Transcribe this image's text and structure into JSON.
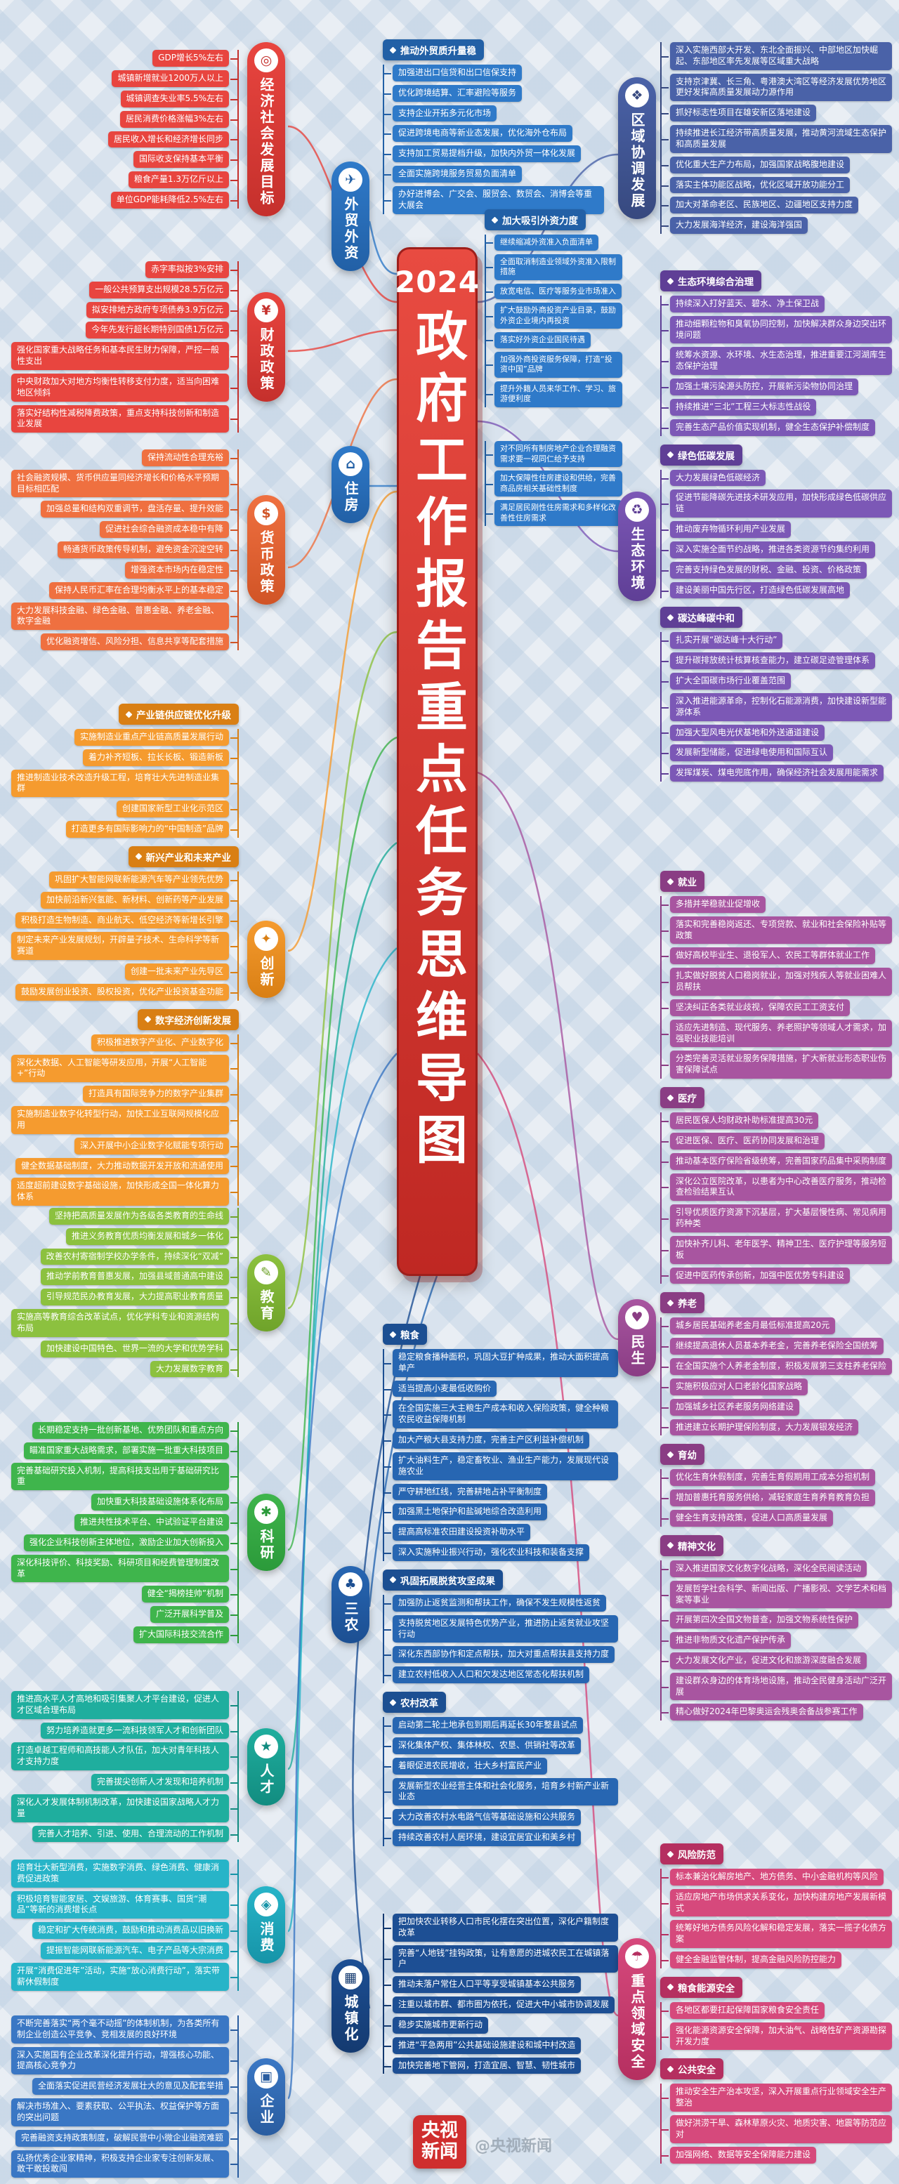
{
  "page": {
    "title_year": "2024",
    "title_main": "政府工作报告重点任务思维导图",
    "logo_line1": "央视",
    "logo_line2": "新闻",
    "watermark_handle": "@央视新闻"
  },
  "colors": {
    "background": "#e9eef4",
    "title_red": "#d93a30",
    "logo_red": "#cf2e2e"
  },
  "sections": {
    "left": [
      {
        "label": "经济社会发展目标",
        "icon": "target-icon",
        "glyph": "◎",
        "color": "#e8453f",
        "dark": "#c5302c",
        "items": [
          "GDP增长5%左右",
          "城镇新增就业1200万人以上",
          "城镇调查失业率5.5%左右",
          "居民消费价格涨幅3%左右",
          "居民收入增长和经济增长同步",
          "国际收支保持基本平衡",
          "粮食产量1.3万亿斤以上",
          "单位GDP能耗降低2.5%左右"
        ]
      },
      {
        "label": "财政政策",
        "icon": "yuan-icon",
        "glyph": "¥",
        "color": "#e8453f",
        "dark": "#c5302c",
        "items": [
          "赤字率拟按3%安排",
          "一般公共预算支出规模28.5万亿元",
          "拟安排地方政府专项债券3.9万亿元",
          "今年先发行超长期特别国债1万亿元",
          "强化国家重大战略任务和基本民生财力保障，严控一般性支出",
          "中央财政加大对地方均衡性转移支付力度，适当向困难地区倾斜",
          "落实好结构性减税降费政策，重点支持科技创新和制造业发展"
        ]
      },
      {
        "label": "货币政策",
        "icon": "coin-icon",
        "glyph": "$",
        "color": "#ef7040",
        "dark": "#d15426",
        "items": [
          "保持流动性合理充裕",
          "社会融资规模、货币供应量同经济增长和价格水平预期目标相匹配",
          "加强总量和结构双重调节，盘活存量、提升效能",
          "促进社会综合融资成本稳中有降",
          "畅通货币政策传导机制，避免资金沉淀空转",
          "增强资本市场内在稳定性",
          "保持人民币汇率在合理均衡水平上的基本稳定",
          "大力发展科技金融、绿色金融、普惠金融、养老金融、数字金融",
          "优化融资增信、风险分担、信息共享等配套措施"
        ]
      },
      {
        "label": "创新",
        "icon": "spark-icon",
        "glyph": "✦",
        "color": "#f59b2f",
        "dark": "#d97f14",
        "subs": [
          {
            "header": "产业链供应链优化升级",
            "items": [
              "实施制造业重点产业链高质量发展行动",
              "着力补齐短板、拉长长板、锻造新板",
              "推进制造业技术改造升级工程，培育壮大先进制造业集群",
              "创建国家新型工业化示范区",
              "打造更多有国际影响力的“中国制造”品牌"
            ]
          },
          {
            "header": "新兴产业和未来产业",
            "items": [
              "巩固扩大智能网联新能源汽车等产业领先优势",
              "加快前沿新兴氢能、新材料、创新药等产业发展",
              "积极打造生物制造、商业航天、低空经济等新增长引擎",
              "制定未来产业发展规划，开辟量子技术、生命科学等新赛道",
              "创建一批未来产业先导区",
              "鼓励发展创业投资、股权投资，优化产业投资基金功能"
            ]
          },
          {
            "header": "数字经济创新发展",
            "items": [
              "积极推进数字产业化、产业数字化",
              "深化大数据、人工智能等研发应用，开展“人工智能+”行动",
              "打造具有国际竞争力的数字产业集群",
              "实施制造业数字化转型行动，加快工业互联网规模化应用",
              "深入开展中小企业数字化赋能专项行动",
              "健全数据基础制度，大力推动数据开发开放和流通使用",
              "适度超前建设数字基础设施，加快形成全国一体化算力体系"
            ]
          }
        ]
      },
      {
        "label": "教育",
        "icon": "pencil-icon",
        "glyph": "✎",
        "color": "#8cc13f",
        "dark": "#6fa32a",
        "items": [
          "坚持把高质量发展作为各级各类教育的生命线",
          "推进义务教育优质均衡发展和城乡一体化",
          "改善农村寄宿制学校办学条件，持续深化“双减”",
          "推动学前教育普惠发展，加强县域普通高中建设",
          "引导规范民办教育发展，大力提高职业教育质量",
          "实施高等教育综合改革试点，优化学科专业和资源结构布局",
          "加快建设中国特色、世界一流的大学和优势学科",
          "大力发展数字教育"
        ]
      },
      {
        "label": "科研",
        "icon": "flask-icon",
        "glyph": "✱",
        "color": "#3fb54c",
        "dark": "#2b9a3a",
        "items": [
          "长期稳定支持一批创新基地、优势团队和重点方向",
          "瞄准国家重大战略需求，部署实施一批重大科技项目",
          "完善基础研究投入机制，提高科技支出用于基础研究比重",
          "加快重大科技基础设施体系化布局",
          "推进共性技术平台、中试验证平台建设",
          "强化企业科技创新主体地位，激励企业加大创新投入",
          "深化科技评价、科技奖励、科研项目和经费管理制度改革",
          "健全“揭榜挂帅”机制",
          "广泛开展科学普及",
          "扩大国际科技交流合作"
        ]
      },
      {
        "label": "人才",
        "icon": "star-icon",
        "glyph": "★",
        "color": "#1fae9e",
        "dark": "#128c80",
        "items": [
          "推进高水平人才高地和吸引集聚人才平台建设，促进人才区域合理布局",
          "努力培养造就更多一流科技领军人才和创新团队",
          "打造卓越工程师和高技能人才队伍，加大对青年科技人才支持力度",
          "完善拔尖创新人才发现和培养机制",
          "深化人才发展体制机制改革，加快建设国家战略人才力量",
          "完善人才培养、引进、使用、合理流动的工作机制"
        ]
      },
      {
        "label": "消费",
        "icon": "bag-icon",
        "glyph": "◈",
        "color": "#27b4c8",
        "dark": "#1694a8",
        "items": [
          "培育壮大新型消费，实施数字消费、绿色消费、健康消费促进政策",
          "积极培育智能家居、文娱旅游、体育赛事、国货“潮品”等新的消费增长点",
          "稳定和扩大传统消费，鼓励和推动消费品以旧换新",
          "提振智能网联新能源汽车、电子产品等大宗消费",
          "开展“消费促进年”活动，实施“放心消费行动”，落实带薪休假制度"
        ]
      },
      {
        "label": "企业",
        "icon": "building-icon",
        "glyph": "▣",
        "color": "#3a77c4",
        "dark": "#2a5da0",
        "items": [
          "不断完善落实“两个毫不动摇”的体制机制，为各类所有制企业创造公平竞争、竞相发展的良好环境",
          "深入实施国有企业改革深化提升行动，增强核心功能、提高核心竞争力",
          "全面落实促进民营经济发展壮大的意见及配套举措",
          "解决市场准入、要素获取、公平执法、权益保护等方面的突出问题",
          "完善融资支持政策制度，破解民营中小微企业融资难题",
          "弘扬优秀企业家精神，积极支持企业家专注创新发展、敢干敢投敢闯"
        ]
      }
    ],
    "middle": [
      {
        "label": "外贸外资",
        "icon": "plane-icon",
        "glyph": "✈",
        "color": "#2f7ac9",
        "dark": "#2260a6",
        "subs": [
          {
            "header": "推动外贸质升量稳",
            "items": [
              "加强进出口信贷和出口信保支持",
              "优化跨境结算、汇率避险等服务",
              "支持企业开拓多元化市场",
              "促进跨境电商等新业态发展，优化海外仓布局",
              "支持加工贸易提档升级，加快内外贸一体化发展",
              "全面实施跨境服务贸易负面清单",
              "办好进博会、广交会、服贸会、数贸会、消博会等重大展会"
            ]
          },
          {
            "header": "加大吸引外资力度",
            "items": [
              "继续缩减外资准入负面清单",
              "全面取消制造业领域外资准入限制措施",
              "放宽电信、医疗等服务业市场准入",
              "扩大鼓励外商投资产业目录，鼓励外资企业境内再投资",
              "落实好外资企业国民待遇",
              "加强外商投资服务保障，打造“投资中国”品牌",
              "提升外籍人员来华工作、学习、旅游便利度"
            ]
          }
        ]
      },
      {
        "label": "住房",
        "icon": "house-icon",
        "glyph": "⌂",
        "color": "#2f7ac9",
        "dark": "#2260a6",
        "items": [
          "对不同所有制房地产企业合理融资需求要一视同仁给予支持",
          "加大保障性住房建设和供给，完善商品房相关基础性制度",
          "满足居民刚性住房需求和多样化改善性住房需求"
        ]
      },
      {
        "label": "三农",
        "icon": "clover-icon",
        "glyph": "♣",
        "color": "#2766b2",
        "dark": "#1c4f92",
        "subs": [
          {
            "header": "粮食",
            "items": [
              "稳定粮食播种面积，巩固大豆扩种成果，推动大面积提高单产",
              "适当提高小麦最低收购价",
              "在全国实施三大主粮生产成本和收入保险政策，健全种粮农民收益保障机制",
              "加大产粮大县支持力度，完善主产区利益补偿机制",
              "扩大油料生产，稳定畜牧业、渔业生产能力，发展现代设施农业",
              "严守耕地红线，完善耕地占补平衡制度",
              "加强黑土地保护和盐碱地综合改造利用",
              "提高高标准农田建设投资补助水平",
              "深入实施种业振兴行动，强化农业科技和装备支撑"
            ]
          },
          {
            "header": "巩固拓展脱贫攻坚成果",
            "items": [
              "加强防止返贫监测和帮扶工作，确保不发生规模性返贫",
              "支持脱贫地区发展特色优势产业，推进防止返贫就业攻坚行动",
              "深化东西部协作和定点帮扶，加大对重点帮扶县支持力度",
              "建立农村低收入人口和欠发达地区常态化帮扶机制"
            ]
          },
          {
            "header": "农村改革",
            "items": [
              "启动第二轮土地承包到期后再延长30年整县试点",
              "深化集体产权、集体林权、农垦、供销社等改革",
              "着眼促进农民增收，壮大乡村富民产业",
              "发展新型农业经营主体和社会化服务，培育乡村新产业新业态",
              "大力改善农村水电路气信等基础设施和公共服务",
              "持续改善农村人居环境，建设宜居宜业和美乡村"
            ]
          }
        ]
      },
      {
        "label": "城镇化",
        "icon": "city-icon",
        "glyph": "▦",
        "color": "#1d4f94",
        "dark": "#143a70",
        "items": [
          "把加快农业转移人口市民化摆在突出位置，深化户籍制度改革",
          "完善“人地钱”挂钩政策，让有意愿的进城农民工在城镇落户",
          "推动未落户常住人口平等享受城镇基本公共服务",
          "注重以城市群、都市圈为依托，促进大中小城市协调发展",
          "稳步实施城市更新行动",
          "推进“平急两用”公共基础设施建设和城中村改造",
          "加快完善地下管网，打造宜居、智慧、韧性城市"
        ]
      }
    ],
    "right": [
      {
        "label": "区域协调发展",
        "icon": "compass-icon",
        "glyph": "❖",
        "color": "#4a62a8",
        "dark": "#37497f",
        "items": [
          "深入实施西部大开发、东北全面振兴、中部地区加快崛起、东部地区率先发展等区域重大战略",
          "支持京津冀、长三角、粤港澳大湾区等经济发展优势地区更好发挥高质量发展动力源作用",
          "抓好标志性项目在雄安新区落地建设",
          "持续推进长江经济带高质量发展，推动黄河流域生态保护和高质量发展",
          "优化重大生产力布局，加强国家战略腹地建设",
          "落实主体功能区战略，优化区域开放功能分工",
          "加大对革命老区、民族地区、边疆地区支持力度",
          "大力发展海洋经济，建设海洋强国"
        ]
      },
      {
        "label": "生态环境",
        "icon": "recycle-icon",
        "glyph": "♻",
        "color": "#7c58b6",
        "dark": "#5f3f96",
        "subs": [
          {
            "header": "生态环境综合治理",
            "items": [
              "持续深入打好蓝天、碧水、净土保卫战",
              "推动细颗粒物和臭氧协同控制，加快解决群众身边突出环境问题",
              "统筹水资源、水环境、水生态治理，推进重要江河湖库生态保护治理",
              "加强土壤污染源头防控，开展新污染物协同治理",
              "持续推进“三北”工程三大标志性战役",
              "完善生态产品价值实现机制，健全生态保护补偿制度"
            ]
          },
          {
            "header": "绿色低碳发展",
            "items": [
              "大力发展绿色低碳经济",
              "促进节能降碳先进技术研发应用，加快形成绿色低碳供应链",
              "推动废弃物循环利用产业发展",
              "深入实施全面节约战略，推进各类资源节约集约利用",
              "完善支持绿色发展的财税、金融、投资、价格政策",
              "建设美丽中国先行区，打造绿色低碳发展高地"
            ]
          },
          {
            "header": "碳达峰碳中和",
            "items": [
              "扎实开展“碳达峰十大行动”",
              "提升碳排放统计核算核查能力，建立碳足迹管理体系",
              "扩大全国碳市场行业覆盖范围",
              "深入推进能源革命，控制化石能源消费，加快建设新型能源体系",
              "加强大型风电光伏基地和外送通道建设",
              "发展新型储能，促进绿电使用和国际互认",
              "发挥煤炭、煤电兜底作用，确保经济社会发展用能需求"
            ]
          }
        ]
      },
      {
        "label": "民生",
        "icon": "heart-icon",
        "glyph": "♥",
        "color": "#a855a0",
        "dark": "#8a3d84",
        "subs": [
          {
            "header": "就业",
            "items": [
              "多措并举稳就业促增收",
              "落实和完善稳岗返还、专项贷款、就业和社会保险补贴等政策",
              "做好高校毕业生、退役军人、农民工等群体就业工作",
              "扎实做好脱贫人口稳岗就业，加强对残疾人等就业困难人员帮扶",
              "坚决纠正各类就业歧视，保障农民工工资支付",
              "适应先进制造、现代服务、养老照护等领域人才需求，加强职业技能培训",
              "分类完善灵活就业服务保障措施，扩大新就业形态职业伤害保障试点"
            ]
          },
          {
            "header": "医疗",
            "items": [
              "居民医保人均财政补助标准提高30元",
              "促进医保、医疗、医药协同发展和治理",
              "推动基本医疗保险省级统筹，完善国家药品集中采购制度",
              "深化公立医院改革，以患者为中心改善医疗服务，推动检查检验结果互认",
              "引导优质医疗资源下沉基层，扩大基层慢性病、常见病用药种类",
              "加快补齐儿科、老年医学、精神卫生、医疗护理等服务短板",
              "促进中医药传承创新，加强中医优势专科建设"
            ]
          },
          {
            "header": "养老",
            "items": [
              "城乡居民基础养老金月最低标准提高20元",
              "继续提高退休人员基本养老金，完善养老保险全国统筹",
              "在全国实施个人养老金制度，积极发展第三支柱养老保险",
              "实施积极应对人口老龄化国家战略",
              "加强城乡社区养老服务网络建设",
              "推进建立长期护理保险制度，大力发展银发经济"
            ]
          },
          {
            "header": "育幼",
            "items": [
              "优化生育休假制度，完善生育假期用工成本分担机制",
              "增加普惠托育服务供给，减轻家庭生育养育教育负担",
              "健全生育支持政策，促进人口高质量发展"
            ]
          },
          {
            "header": "精神文化",
            "items": [
              "深入推进国家文化数字化战略，深化全民阅读活动",
              "发展哲学社会科学、新闻出版、广播影视、文学艺术和档案等事业",
              "开展第四次全国文物普查，加强文物系统性保护",
              "推进非物质文化遗产保护传承",
              "大力发展文化产业，促进文化和旅游深度融合发展",
              "建设群众身边的体育场地设施，推动全民健身活动广泛开展",
              "精心做好2024年巴黎奥运会残奥会备战参赛工作"
            ]
          }
        ]
      },
      {
        "label": "重点领域安全",
        "icon": "umbrella-icon",
        "glyph": "☂",
        "color": "#d6497c",
        "dark": "#b52f60",
        "subs": [
          {
            "header": "风险防范",
            "items": [
              "标本兼治化解房地产、地方债务、中小金融机构等风险",
              "适应房地产市场供求关系变化，加快构建房地产发展新模式",
              "统筹好地方债务风险化解和稳定发展，落实一揽子化债方案",
              "健全金融监管体制，提高金融风险防控能力"
            ]
          },
          {
            "header": "粮食能源安全",
            "items": [
              "各地区都要扛起保障国家粮食安全责任",
              "强化能源资源安全保障，加大油气、战略性矿产资源勘探开发力度"
            ]
          },
          {
            "header": "公共安全",
            "items": [
              "推动安全生产治本攻坚，深入开展重点行业领域安全生产整治",
              "做好洪涝干旱、森林草原火灾、地质灾害、地震等防范应对",
              "加强网络、数据等安全保障能力建设"
            ]
          }
        ]
      }
    ]
  }
}
